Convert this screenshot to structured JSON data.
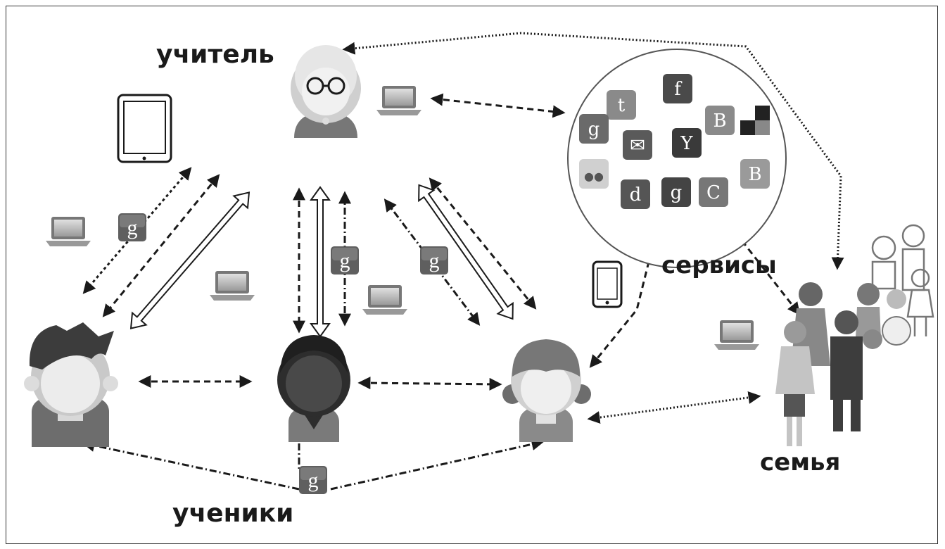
{
  "labels": {
    "teacher": "учитель",
    "services": "сервисы",
    "family": "семья",
    "students": "ученики"
  },
  "service_icons": [
    {
      "name": "twitter-icon",
      "glyph": "t"
    },
    {
      "name": "facebook-icon",
      "glyph": "f"
    },
    {
      "name": "blogger-icon",
      "glyph": "B"
    },
    {
      "name": "delicious-icon",
      "glyph": ""
    },
    {
      "name": "google-icon",
      "glyph": "g"
    },
    {
      "name": "gmail-icon",
      "glyph": "✉"
    },
    {
      "name": "yahoo-icon",
      "glyph": "Y"
    },
    {
      "name": "flickr-icon",
      "glyph": "●●"
    },
    {
      "name": "digg-icon",
      "glyph": "d"
    },
    {
      "name": "google-icon-2",
      "glyph": "g"
    },
    {
      "name": "copyright-icon",
      "glyph": "C"
    },
    {
      "name": "blogger-icon-2",
      "glyph": "B"
    }
  ],
  "colors": {
    "ink": "#1a1a1a",
    "icon_dark": "#5a5a5a",
    "person_dark": "#555555",
    "person_mid": "#8a8a8a",
    "person_light": "#c8c8c8"
  }
}
